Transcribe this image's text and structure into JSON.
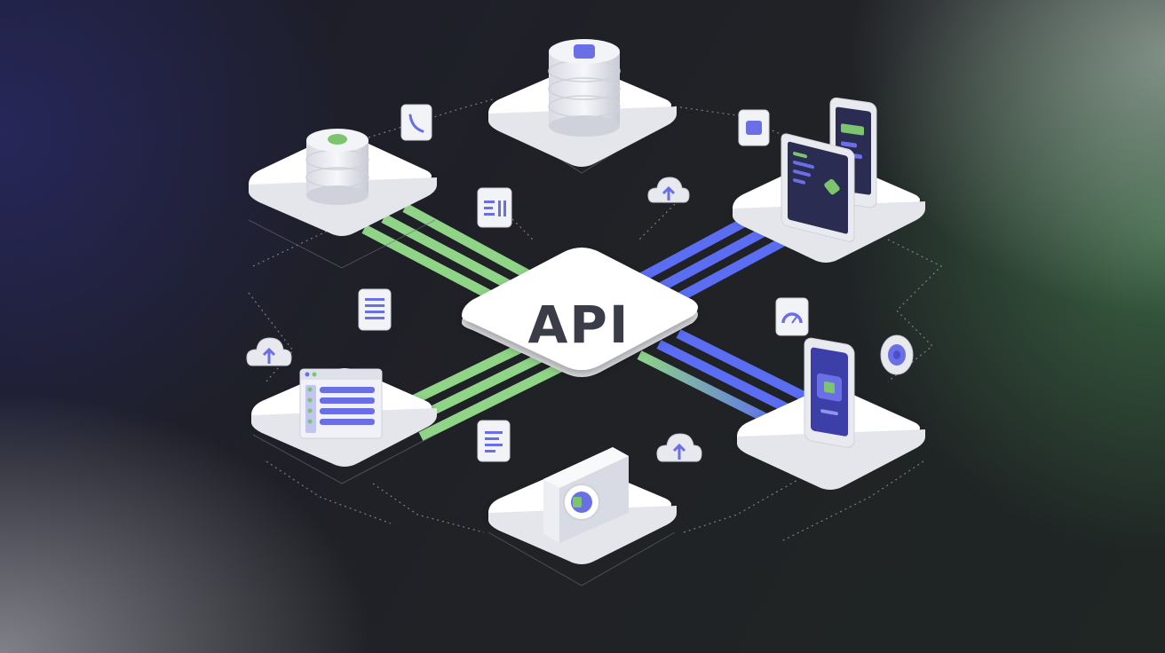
{
  "center": {
    "label": "API"
  },
  "colors": {
    "green_link": "#8fd487",
    "blue_link": "#5b6df2",
    "teal_link": "#8ed4c0",
    "accent_purple": "#6b6fe6",
    "accent_green": "#7dc46f",
    "tile": "#ffffff"
  },
  "nodes": [
    {
      "name": "database-node-top-left",
      "icon": "database-icon",
      "accent": "green"
    },
    {
      "name": "database-node-top",
      "icon": "database-icon",
      "accent": "purple"
    },
    {
      "name": "devices-node-right",
      "icon": "tablet-phone-icon",
      "accent": "purple"
    },
    {
      "name": "dashboard-node-left",
      "icon": "browser-window-icon",
      "accent": "purple"
    },
    {
      "name": "gear-node-bottom",
      "icon": "gear-box-icon",
      "accent": "green"
    },
    {
      "name": "phone-node-bottom-right",
      "icon": "smartphone-icon",
      "accent": "purple"
    }
  ],
  "links": [
    {
      "from": "database-node-top-left",
      "color": "green"
    },
    {
      "from": "dashboard-node-left",
      "color": "green"
    },
    {
      "from": "devices-node-right",
      "color": "blue"
    },
    {
      "from": "phone-node-bottom-right",
      "color": "blue"
    }
  ],
  "floating_icons": [
    "phone-call-icon",
    "list-card-icon",
    "cloud-upload-icon",
    "image-card-icon",
    "data-grid-icon",
    "cloud-upload-icon",
    "gauge-icon",
    "target-icon",
    "document-card-icon",
    "cloud-upload-icon"
  ]
}
